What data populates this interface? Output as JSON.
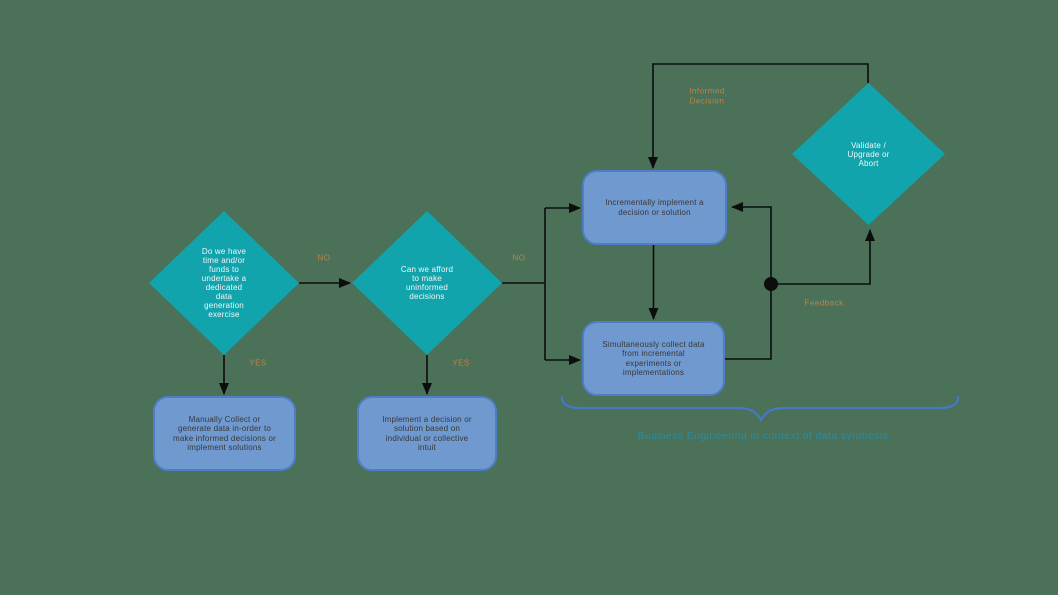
{
  "canvas": {
    "background": "#4b7158"
  },
  "palette": {
    "diamond_fill": "#12a4ad",
    "diamond_text": "#f2f6f5",
    "process_fill": "#7099cf",
    "process_border": "#4d7ec7",
    "process_text": "#383838",
    "edge_label_color": "#c48142",
    "connector_color": "#0d0d0d",
    "brace_color": "#4678c8",
    "caption_color": "#2d8ba1"
  },
  "nodes": {
    "time_funds": {
      "label": "Do we have\ntime and/or\nfunds to\nundertake a\ndedicated\ndata\ngeneration\nexercise"
    },
    "afford": {
      "label": "Can we afford\nto make\nuninformed\ndecisions"
    },
    "validate": {
      "label": "Validate /\nUpgrade or\nAbort"
    },
    "incremental": {
      "label": "Incrementally implement a\ndecision or solution"
    },
    "simultaneous": {
      "label": "Simultaneously collect data\nfrom incremental\nexperiments or\nimplementations"
    },
    "manual": {
      "label": "Manually Collect or\ngenerate data in-order to\nmake informed decisions or\nimplement solutions"
    },
    "intuition": {
      "label": "Implement a decision or\nsolution based on\nindividual or collective\nintuit"
    }
  },
  "edge_labels": {
    "no_1": "NO",
    "yes_1": "YES",
    "no_2": "NO",
    "yes_2": "YES",
    "informed_decision": "Informed\nDecision",
    "feedback": "Feedback"
  },
  "caption": "Business Engineering in context of data synthesis"
}
